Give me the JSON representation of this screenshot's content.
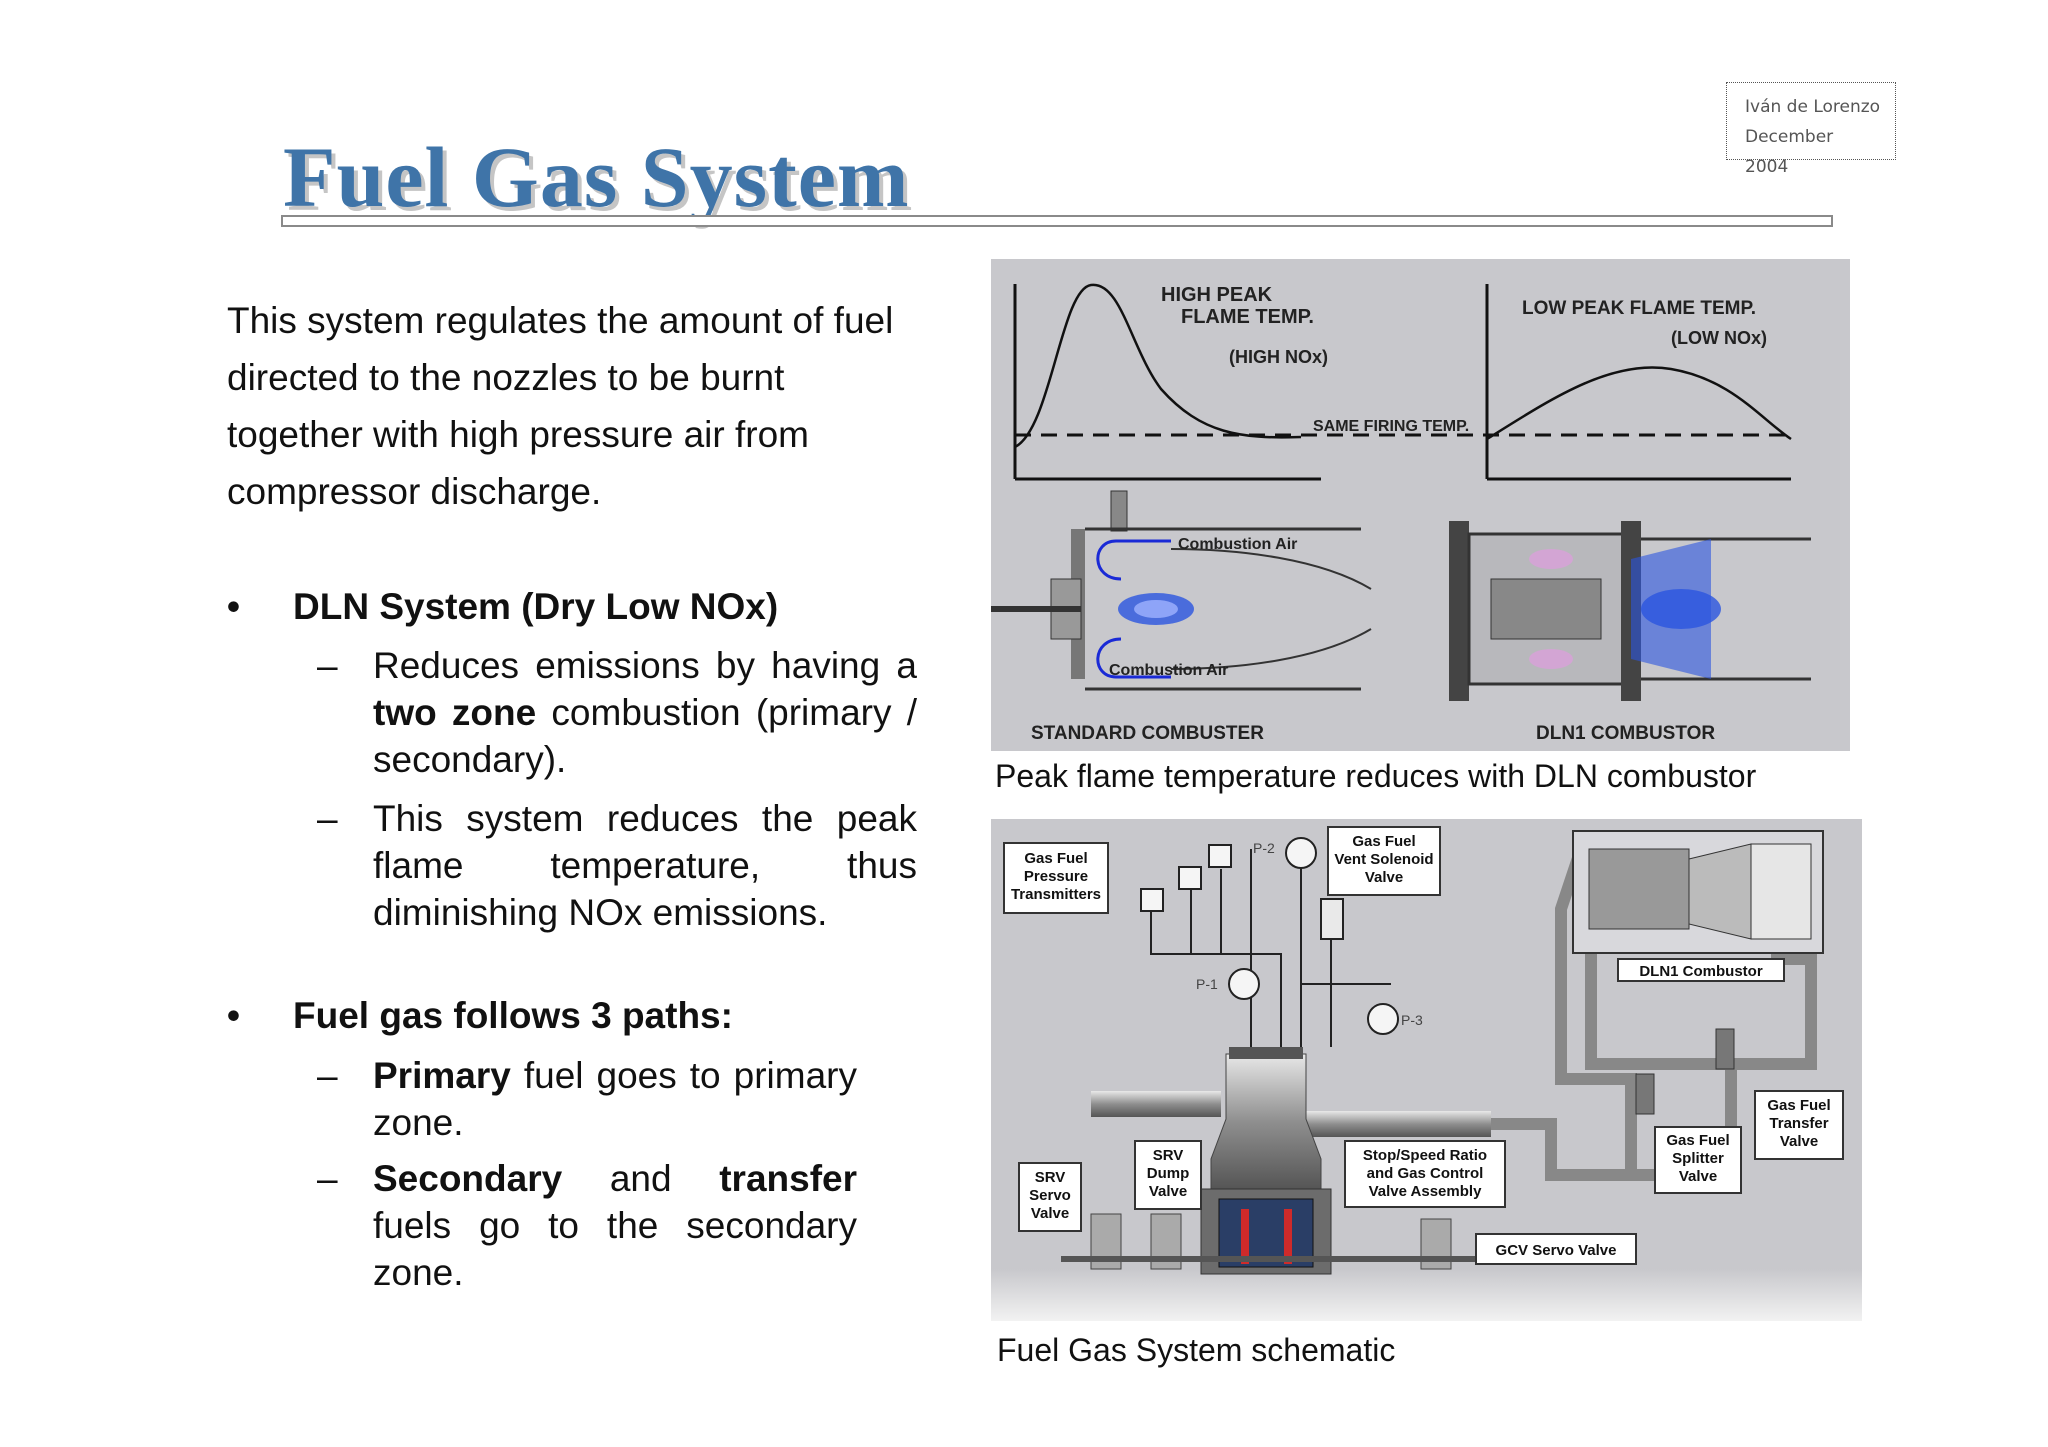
{
  "author": {
    "name": "Iván de Lorenzo",
    "date": "December 2004"
  },
  "title": "Fuel Gas System",
  "intro": "This system regulates the amount of fuel directed to the nozzles to be burnt together with high pressure air from compressor discharge.",
  "bullets": [
    {
      "label": "DLN System (Dry Low NOx)"
    },
    {
      "label": "Fuel gas follows 3 paths:"
    }
  ],
  "dln_sub": {
    "s1_a": "Reduces emissions by having a ",
    "s1_b": "two zone",
    "s1_c": " combustion (primary / secondary).",
    "s2": "This system reduces the peak flame temperature, thus diminishing NOx emissions."
  },
  "paths_sub": {
    "s1_a": "Primary",
    "s1_b": " fuel goes to primary zone.",
    "s2_a": "Secondary",
    "s2_b": " and ",
    "s2_c": "transfer",
    "s2_d": " fuels go to the secondary zone."
  },
  "figure1": {
    "caption": "Peak flame temperature reduces with DLN combustor",
    "high_peak_1": "HIGH PEAK",
    "high_peak_2": "FLAME TEMP.",
    "high_nox": "(HIGH NOx)",
    "low_peak": "LOW PEAK FLAME TEMP.",
    "low_nox": "(LOW NOx)",
    "same_firing": "SAME FIRING TEMP.",
    "combustion_air_top": "Combustion Air",
    "combustion_air_bottom": "Combustion Air",
    "standard": "STANDARD COMBUSTER",
    "dln1": "DLN1 COMBUSTOR"
  },
  "figure2": {
    "caption": "Fuel Gas System schematic",
    "pressure_tx": [
      "Gas Fuel",
      "Pressure",
      "Transmitters"
    ],
    "vent_valve": [
      "Gas Fuel",
      "Vent Solenoid",
      "Valve"
    ],
    "p1": "P-1",
    "p2": "P-2",
    "p3": "P-3",
    "dln1_combustor": "DLN1 Combustor",
    "srv_servo": [
      "SRV",
      "Servo",
      "Valve"
    ],
    "srv_dump": [
      "SRV",
      "Dump",
      "Valve"
    ],
    "stop_speed": [
      "Stop/Speed Ratio",
      "and Gas Control",
      "Valve Assembly"
    ],
    "gcv_servo": "GCV Servo Valve",
    "splitter": [
      "Gas Fuel",
      "Splitter",
      "Valve"
    ],
    "transfer": [
      "Gas Fuel",
      "Transfer",
      "Valve"
    ]
  }
}
